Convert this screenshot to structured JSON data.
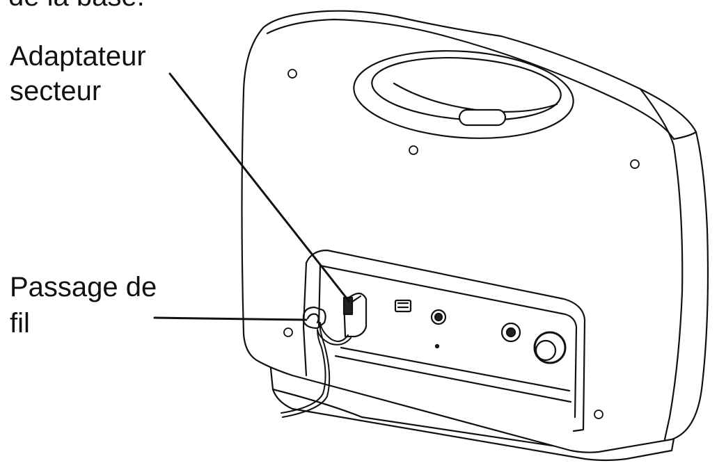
{
  "labels": {
    "top_partial": "de la base.",
    "adapter_line1": "Adaptateur",
    "adapter_line2": "secteur",
    "cable_line1": "Passage de",
    "cable_line2": "fil"
  },
  "colors": {
    "line": "#111111",
    "background": "#ffffff",
    "body": "#ffffff"
  },
  "icons": {
    "device": "radio-back-view",
    "adapter": "power-adapter-plug",
    "cable": "cable-wire"
  }
}
